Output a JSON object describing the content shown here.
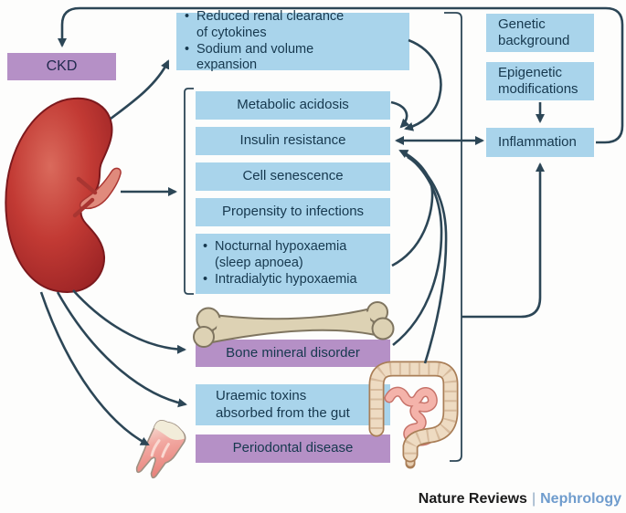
{
  "colors": {
    "box_blue": "#a9d4eb",
    "box_purple": "#b590c6",
    "arrow_line": "#2c4656",
    "text": "#16384e",
    "footer_journal_blue": "#6f9ccd"
  },
  "boxes": {
    "ckd": "CKD",
    "top": {
      "item1_line1": "Reduced renal clearance",
      "item1_line2": "of cytokines",
      "item2": "Sodium and volume expansion"
    },
    "metabolic": "Metabolic acidosis",
    "insulin": "Insulin resistance",
    "senescence": "Cell senescence",
    "infections": "Propensity to infections",
    "hypoxaemia": {
      "item1_line1": "Nocturnal hypoxaemia",
      "item1_line2": "(sleep apnoea)",
      "item2": "Intradialytic hypoxaemia"
    },
    "genetic": {
      "line1": "Genetic",
      "line2": "background"
    },
    "epigenetic": {
      "line1": "Epigenetic",
      "line2": "modifications"
    },
    "inflammation": "Inflammation",
    "bone": "Bone mineral disorder",
    "uraemic": {
      "line1": "Uraemic toxins",
      "line2": "absorbed from the gut"
    },
    "periodontal": "Periodontal disease"
  },
  "footer": {
    "brand": "Nature Reviews",
    "separator": "|",
    "journal": "Nephrology"
  },
  "glyphs": {
    "bullet": "•"
  },
  "illustrations": {
    "kidney": "kidney",
    "bone": "long-bone",
    "gut": "intestines",
    "tooth": "molar-tooth"
  }
}
